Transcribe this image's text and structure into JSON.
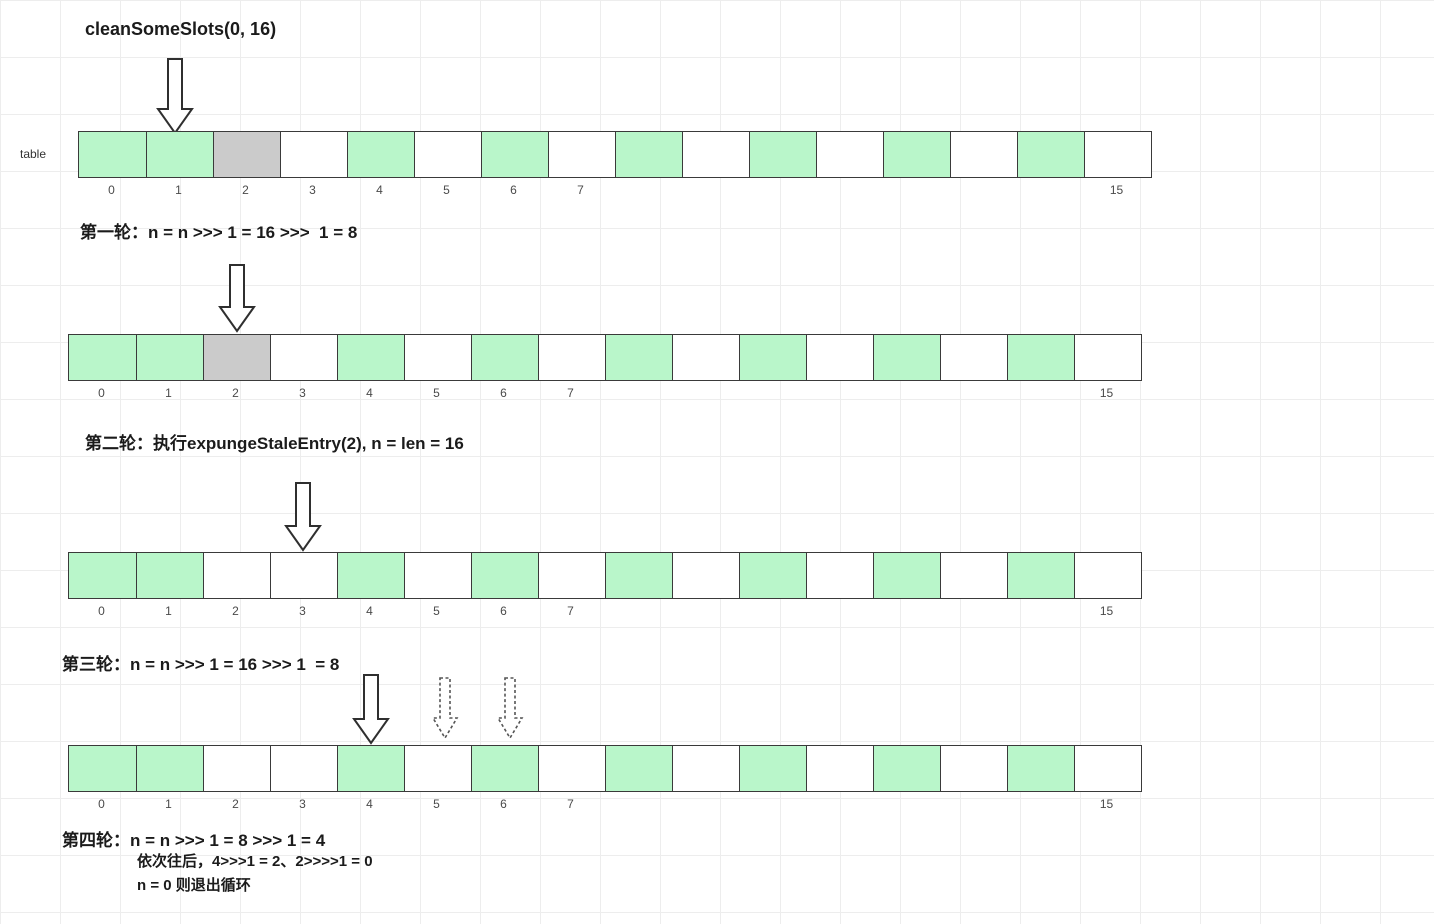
{
  "title": "cleanSomeSlots(0, 16)",
  "array_label": "table",
  "colors": {
    "entry": "#b9f6ca",
    "stale": "#cbcbcb",
    "empty": "#ffffff"
  },
  "rows": [
    {
      "name": "initial",
      "cells": [
        "entry",
        "entry",
        "stale",
        "empty",
        "entry",
        "empty",
        "entry",
        "empty",
        "entry",
        "empty",
        "entry",
        "empty",
        "entry",
        "empty",
        "entry",
        "empty"
      ],
      "index_labels": [
        "0",
        "1",
        "2",
        "3",
        "4",
        "5",
        "6",
        "7",
        "",
        "",
        "",
        "",
        "",
        "",
        "",
        "15"
      ]
    },
    {
      "name": "round-1",
      "cells": [
        "entry",
        "entry",
        "stale",
        "empty",
        "entry",
        "empty",
        "entry",
        "empty",
        "entry",
        "empty",
        "entry",
        "empty",
        "entry",
        "empty",
        "entry",
        "empty"
      ],
      "index_labels": [
        "0",
        "1",
        "2",
        "3",
        "4",
        "5",
        "6",
        "7",
        "",
        "",
        "",
        "",
        "",
        "",
        "",
        "15"
      ]
    },
    {
      "name": "round-2",
      "cells": [
        "entry",
        "entry",
        "empty",
        "empty",
        "entry",
        "empty",
        "entry",
        "empty",
        "entry",
        "empty",
        "entry",
        "empty",
        "entry",
        "empty",
        "entry",
        "empty"
      ],
      "index_labels": [
        "0",
        "1",
        "2",
        "3",
        "4",
        "5",
        "6",
        "7",
        "",
        "",
        "",
        "",
        "",
        "",
        "",
        "15"
      ]
    },
    {
      "name": "round-3",
      "cells": [
        "entry",
        "entry",
        "empty",
        "empty",
        "entry",
        "empty",
        "entry",
        "empty",
        "entry",
        "empty",
        "entry",
        "empty",
        "entry",
        "empty",
        "entry",
        "empty"
      ],
      "index_labels": [
        "0",
        "1",
        "2",
        "3",
        "4",
        "5",
        "6",
        "7",
        "",
        "",
        "",
        "",
        "",
        "",
        "",
        "15"
      ]
    }
  ],
  "captions": {
    "round1": "第一轮：n = n >>> 1 = 16 >>>  1 = 8",
    "round2": "第二轮：执行expungeStaleEntry(2), n = len = 16",
    "round3": "第三轮：n = n >>> 1 = 16 >>> 1  = 8",
    "round4": "第四轮：n = n >>> 1 = 8 >>> 1 = 4",
    "round4_note1": "依次往后，4>>>1 = 2、2>>>>1 = 0",
    "round4_note2": "n = 0 则退出循环"
  }
}
